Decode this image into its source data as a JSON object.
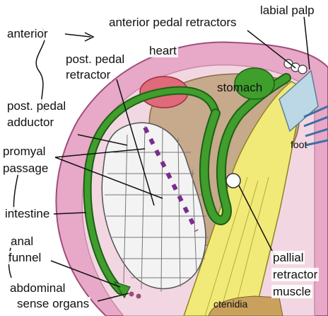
{
  "colors": {
    "mantle": "#e8a8c8",
    "mantle_edge": "#a04d78",
    "body": "#f2d7e2",
    "inner": "#c7a98c",
    "intestine": "#3f9e2c",
    "intestine_edge": "#1f5f16",
    "heart": "#e06a7a",
    "gonad": "#f3f3f3",
    "retractor": "#7a2c8c",
    "foot": "#f1ea78",
    "gill": "#bcd8e6",
    "ctenidia": "#c9a15d"
  },
  "labels": {
    "anterior": "anterior",
    "anterior_pedal_retractors": "anterior pedal retractors",
    "labial_palp": "labial palp",
    "heart": "heart",
    "post_pedal_retractor_line1": "post. pedal",
    "post_pedal_retractor_line2": "retractor",
    "stomach": "stomach",
    "post_pedal_adductor_line1": "post. pedal",
    "post_pedal_adductor_line2": "adductor",
    "promyal_passage_line1": "promyal",
    "promyal_passage_line2": "passage",
    "foot": "foot",
    "intestine": "intestine",
    "anal_funnel_line1": "anal",
    "anal_funnel_line2": "funnel",
    "abdominal_sense_organs_line1": "abdominal",
    "abdominal_sense_organs_line2": "sense organs",
    "pallial_retractor_muscle_line1": "pallial",
    "pallial_retractor_muscle_line2": "retractor",
    "pallial_retractor_muscle_line3": "muscle",
    "ctenidia": "ctenidia"
  }
}
